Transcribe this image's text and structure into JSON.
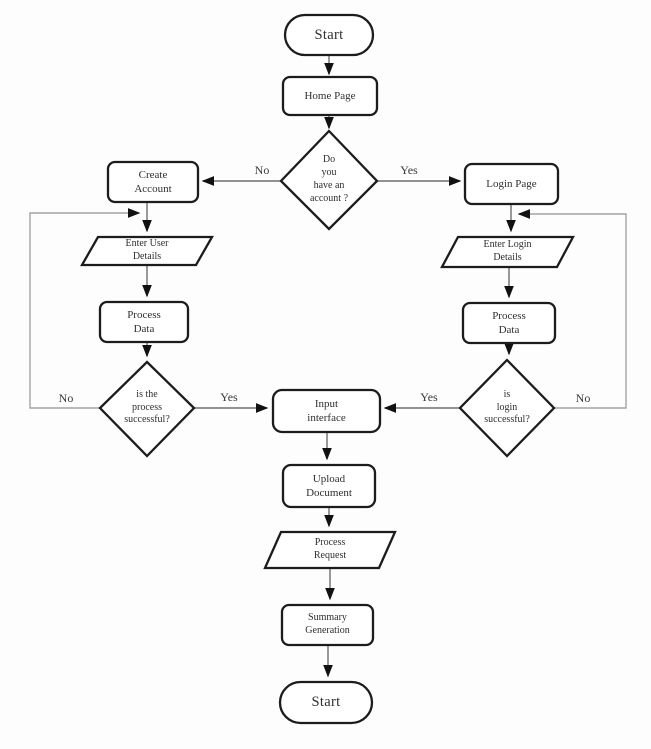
{
  "diagram": {
    "type": "flowchart",
    "nodes": {
      "start_top": {
        "label": "Start",
        "shape": "terminator"
      },
      "home_page": {
        "label": "Home Page",
        "shape": "process"
      },
      "account_decision": {
        "label": "Do\nyou\nhave an\naccount ?",
        "shape": "decision"
      },
      "create_account": {
        "label": "Create\nAccount",
        "shape": "process"
      },
      "login_page": {
        "label": "Login Page",
        "shape": "process"
      },
      "enter_user_details": {
        "label": "Enter User\nDetails",
        "shape": "input-output"
      },
      "enter_login_details": {
        "label": "Enter Login\nDetails",
        "shape": "input-output"
      },
      "process_data_left": {
        "label": "Process\nData",
        "shape": "process"
      },
      "process_data_right": {
        "label": "Process\nData",
        "shape": "process"
      },
      "process_decision": {
        "label": "is the\nprocess\nsuccessful?",
        "shape": "decision"
      },
      "login_decision": {
        "label": "is\nlogin\nsuccessful?",
        "shape": "decision"
      },
      "input_interface": {
        "label": "Input\ninterface",
        "shape": "process"
      },
      "upload_document": {
        "label": "Upload\nDocument",
        "shape": "process"
      },
      "process_request": {
        "label": "Process\nRequest",
        "shape": "input-output"
      },
      "summary_generation": {
        "label": "Summary\nGeneration",
        "shape": "process"
      },
      "start_bottom": {
        "label": "Start",
        "shape": "terminator"
      }
    },
    "edge_labels": {
      "no_account": "No",
      "yes_account": "Yes",
      "no_process": "No",
      "yes_process": "Yes",
      "yes_login": "Yes",
      "no_login": "No"
    },
    "colors": {
      "shape_border": "#1c1c1c",
      "shape_fill": "#ffffff",
      "text": "#2e2e2e",
      "connector": "#6e6e6e",
      "loop_line": "#a3a3a3",
      "arrowhead": "#111111",
      "background": "#fdfdfd"
    }
  }
}
